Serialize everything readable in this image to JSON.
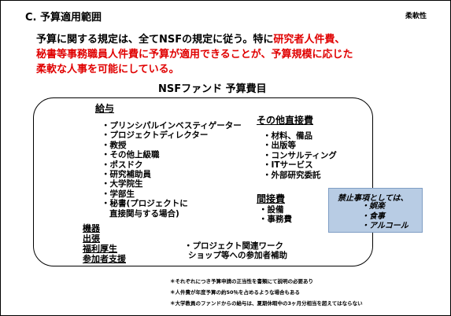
{
  "header": {
    "title": "C. 予算適用範囲",
    "tag": "柔軟性"
  },
  "intro": {
    "line1_black": "予算に関する規定は、全てNSFの規定に従う。特に",
    "line1_red": "研究者人件費、",
    "line2_red": "秘書等事務職員人件費に予算が適用できることが、予算規模に応じた",
    "line3_red": "柔軟な人事を可能にしている。"
  },
  "fund": {
    "title": "NSFファンド 予算費目",
    "salary": {
      "heading": "給与",
      "items": [
        "・プリンシパルインベスティゲーター",
        "・プロジェクトディレクター",
        "・教授",
        "・その他上級職",
        "・ポスドク",
        "・研究補助員",
        "・大学院生",
        "・学部生",
        "・秘書(プロジェクトに",
        "直接関与する場合)"
      ]
    },
    "other_direct": {
      "heading": "その他直接費",
      "items": [
        "・材料、備品",
        "・出版等",
        "・コンサルティング",
        "・ITサービス",
        "・外部研究委託"
      ]
    },
    "indirect": {
      "heading": "間接費",
      "items": [
        "・設備",
        "・事務費"
      ]
    },
    "equipment": [
      "機器",
      "出張",
      "福利厚生",
      "参加者支援"
    ],
    "project": {
      "line1": "・プロジェクト関連ワーク",
      "line2": "ショップ等への参加者補助"
    }
  },
  "prohibited": {
    "heading": "禁止事項としては、",
    "items": [
      "・娯楽",
      "・食事",
      "・アルコール"
    ]
  },
  "notes": [
    "＊それぞれにつき予算申請の正当性を書類にて説明の必要あり",
    "＊人件費が年度予算の約50％を占めるような場合もある",
    "＊大学教員のファンドからの給与は、夏期休暇中の3ヶ月分相当を超えてはならない"
  ]
}
